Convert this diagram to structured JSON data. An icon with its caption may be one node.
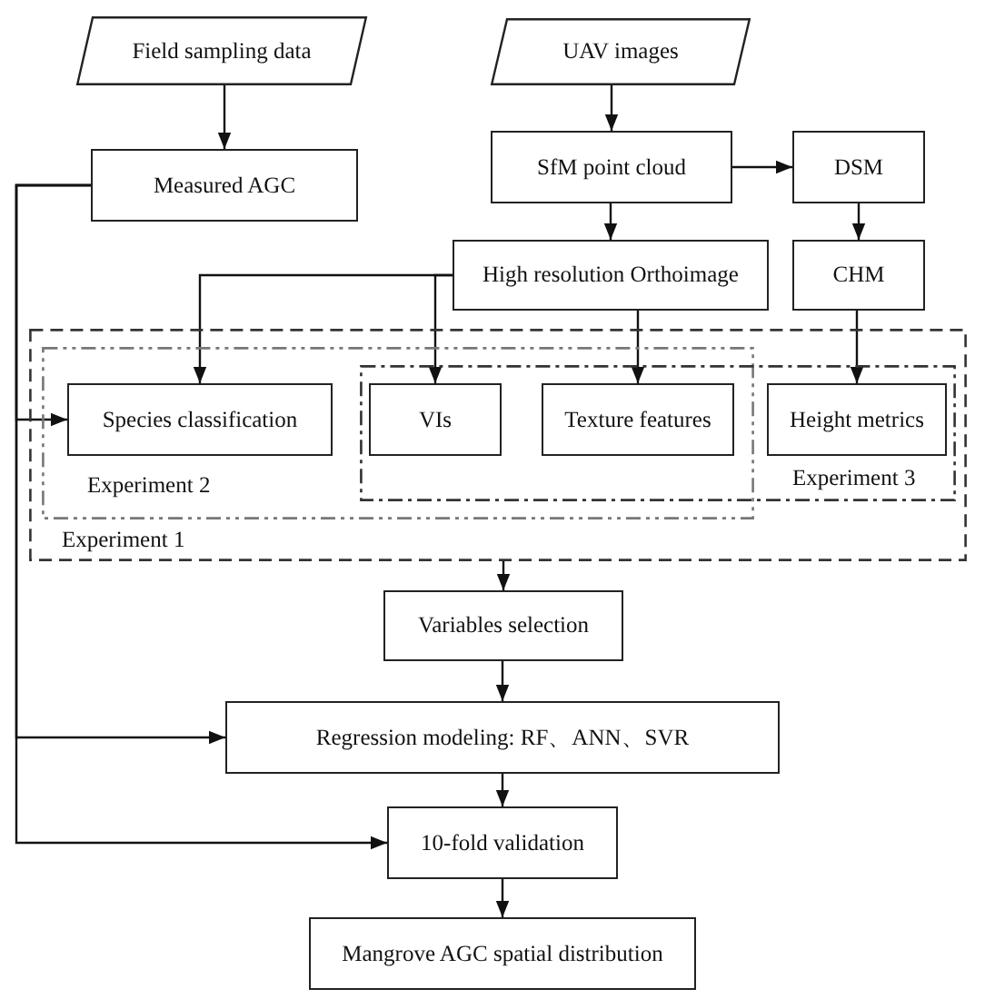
{
  "diagram": {
    "nodes": [
      {
        "text": [
          "Field sampling data"
        ]
      },
      {
        "text": [
          "UAV images"
        ]
      },
      {
        "text": [
          "Measured AGC"
        ]
      },
      {
        "text": [
          "SfM point cloud"
        ]
      },
      {
        "text": [
          "DSM"
        ]
      },
      {
        "text": [
          "High resolution Orthoimage"
        ]
      },
      {
        "text": [
          "CHM"
        ]
      },
      {
        "text": [
          "Experiment 1"
        ]
      },
      {
        "text": [
          "Experiment 2"
        ],
        "in": 7
      },
      {
        "text": [
          "Experiment 3"
        ],
        "in": 7
      },
      {
        "text": [
          "Species classification"
        ],
        "in": 8
      },
      {
        "text": [
          "VIs"
        ]
      },
      {
        "text": [
          "Texture features"
        ]
      },
      {
        "text": [
          "Height metrics"
        ],
        "in": 9
      },
      {
        "text": [
          "Variables selection"
        ]
      },
      {
        "text": [
          "Regression modeling: RF、ANN、SVR"
        ]
      },
      {
        "text": [
          "10-fold validation"
        ]
      },
      {
        "text": [
          "Mangrove AGC spatial distribution"
        ]
      }
    ],
    "edges": [
      {
        "from": 0,
        "to": 2,
        "arrow": "to"
      },
      {
        "from": 1,
        "to": 3,
        "arrow": "to"
      },
      {
        "from": 3,
        "to": 4,
        "arrow": "to"
      },
      {
        "from": 3,
        "to": 5,
        "arrow": "to"
      },
      {
        "from": 4,
        "to": 6,
        "arrow": "to"
      },
      {
        "from": 5,
        "to": 10,
        "arrow": "to"
      },
      {
        "from": 5,
        "to": 11,
        "arrow": "to"
      },
      {
        "from": 5,
        "to": 12,
        "arrow": "to"
      },
      {
        "from": 6,
        "to": 13,
        "arrow": "to"
      },
      {
        "from": 2,
        "to": 10,
        "arrow": "to"
      },
      {
        "from": 2,
        "to": 15,
        "arrow": "to"
      },
      {
        "from": 2,
        "to": 16,
        "arrow": "to"
      },
      {
        "from": 7,
        "to": 14,
        "arrow": "to"
      },
      {
        "from": 14,
        "to": 15,
        "arrow": "to"
      },
      {
        "from": 15,
        "to": 16,
        "arrow": "to"
      },
      {
        "from": 16,
        "to": 17,
        "arrow": "to"
      }
    ]
  }
}
